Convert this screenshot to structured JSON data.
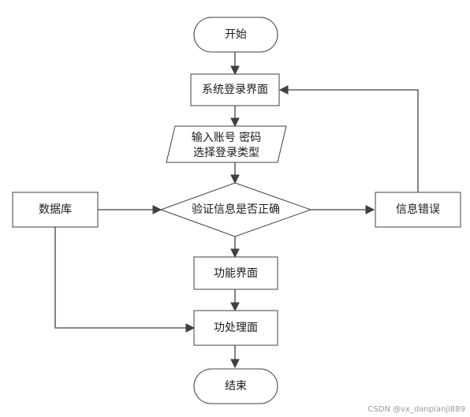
{
  "diagram": {
    "colors": {
      "stroke": "#404040",
      "fill": "#ffffff",
      "text": "#1a1a1a"
    },
    "nodes": {
      "start": {
        "shape": "terminal",
        "label": "开始"
      },
      "login": {
        "shape": "process",
        "label": "系统登录界面"
      },
      "input": {
        "shape": "io",
        "lines": [
          "输入账号 密码",
          "选择登录类型"
        ]
      },
      "verify": {
        "shape": "decision",
        "label": "验证信息是否正确"
      },
      "database": {
        "shape": "process",
        "label": "数据库"
      },
      "error": {
        "shape": "process",
        "label": "信息错误"
      },
      "function": {
        "shape": "process",
        "label": "功能界面"
      },
      "handle": {
        "shape": "process",
        "label": "功处理面"
      },
      "end": {
        "shape": "terminal",
        "label": "结束"
      }
    },
    "edges": [
      {
        "from": "start",
        "to": "login"
      },
      {
        "from": "login",
        "to": "input"
      },
      {
        "from": "input",
        "to": "verify"
      },
      {
        "from": "database",
        "to": "verify"
      },
      {
        "from": "verify",
        "to": "error"
      },
      {
        "from": "error",
        "to": "login"
      },
      {
        "from": "verify",
        "to": "function"
      },
      {
        "from": "function",
        "to": "handle"
      },
      {
        "from": "database",
        "to": "handle"
      },
      {
        "from": "handle",
        "to": "end"
      }
    ]
  },
  "watermark": "CSDN @vx_danpianji889"
}
